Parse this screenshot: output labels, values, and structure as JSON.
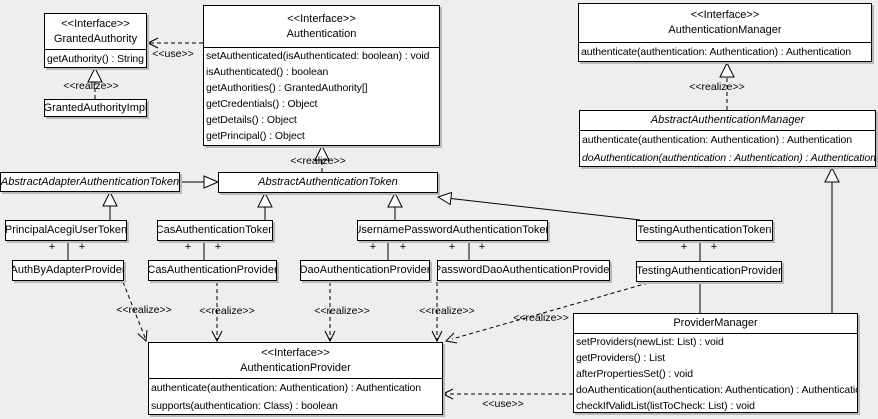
{
  "labels": {
    "use": "<<use>>",
    "realize": "<<realize>>",
    "plus": "+"
  },
  "classes": {
    "granted_authority": {
      "stereotype": "<<Interface>>",
      "name": "GrantedAuthority",
      "methods": [
        "getAuthority() : String"
      ]
    },
    "granted_authority_impl": {
      "name": "GrantedAuthorityImpl"
    },
    "authentication": {
      "stereotype": "<<Interface>>",
      "name": "Authentication",
      "methods": [
        "setAuthenticated(isAuthenticated: boolean) : void",
        "isAuthenticated() : boolean",
        "getAuthorities() : GrantedAuthority[]",
        "getCredentials() : Object",
        "getDetails() : Object",
        "getPrincipal() : Object"
      ]
    },
    "authentication_manager": {
      "stereotype": "<<Interface>>",
      "name": "AuthenticationManager",
      "methods": [
        "authenticate(authentication: Authentication) : Authentication"
      ]
    },
    "abstract_authentication_manager": {
      "name": "AbstractAuthenticationManager",
      "methods": [
        {
          "text": "authenticate(authentication: Authentication) : Authentication"
        },
        {
          "text": "doAuthentication(authentication : Authentication) : Authentication",
          "italic": true
        }
      ]
    },
    "abstract_adapter_authentication_token": {
      "name": "AbstractAdapterAuthenticationToken"
    },
    "abstract_authentication_token": {
      "name": "AbstractAuthenticationToken"
    },
    "principal_acegi_user_token": {
      "name": "PrincipalAcegiUserToken"
    },
    "cas_authentication_token": {
      "name": "CasAuthenticationToken"
    },
    "username_password_authentication_token": {
      "name": "UsernamePasswordAuthenticationToken"
    },
    "testing_authentication_token": {
      "name": "TestingAuthenticationToken"
    },
    "auth_by_adapter_provider": {
      "name": "AuthByAdapterProvider"
    },
    "cas_authentication_provider": {
      "name": "CasAuthenticationProvider"
    },
    "dao_authentication_provider": {
      "name": "DaoAuthenticationProvider"
    },
    "password_dao_authentication_provider": {
      "name": "PasswordDaoAuthenticationProvider"
    },
    "testing_authentication_provider": {
      "name": "TestingAuthenticationProvider"
    },
    "provider_manager": {
      "name": "ProviderManager",
      "methods": [
        "setProviders(newList: List) : void",
        "getProviders() : List",
        "afterPropertiesSet() : void",
        "doAuthentication(authentication: Authentication) : Authentication",
        "checkIfValidList(listToCheck: List) : void"
      ]
    },
    "authentication_provider": {
      "stereotype": "<<Interface>>",
      "name": "AuthenticationProvider",
      "methods": [
        "authenticate(authentication: Authentication) : Authentication",
        "supports(authentication: Class) : boolean"
      ]
    }
  }
}
